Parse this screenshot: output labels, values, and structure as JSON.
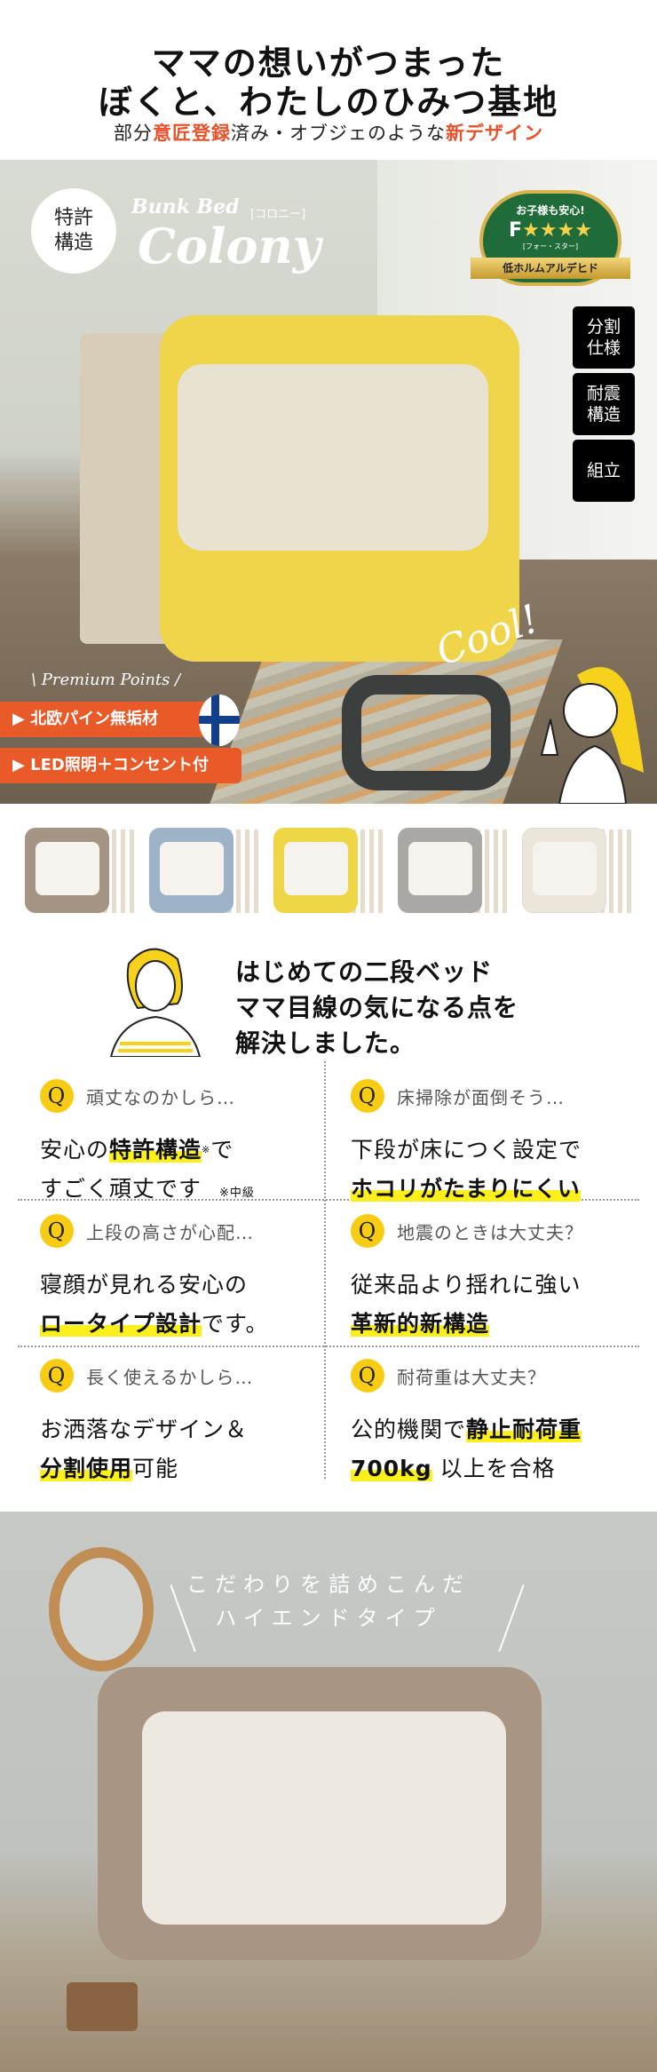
{
  "header": {
    "line1": "ママの想いがつまった",
    "line2": "ぼくと、わたしのひみつ基地",
    "sub": {
      "p1": "部分",
      "h1": "意匠登録",
      "p2": "済み・オブジェのような",
      "h2": "新デザイン"
    }
  },
  "hero": {
    "patent": {
      "l1": "特許",
      "l2": "構造"
    },
    "brand": {
      "small": "Bunk Bed",
      "kana": "[コロニー]",
      "name": "Colony"
    },
    "badge": {
      "top": "お子様も安心!",
      "grade": "F",
      "stars": "★★★★",
      "kana": "[フォー・スター]",
      "ribbon": "低ホルムアルデヒド"
    },
    "tags": [
      {
        "l1": "分割",
        "l2": "仕様"
      },
      {
        "l1": "耐震",
        "l2": "構造"
      },
      {
        "l1": "組立",
        "l2": ""
      }
    ],
    "premium": "\\ Premium Points /",
    "points": [
      "▶ 北欧パイン無垢材",
      "▶ LED照明＋コンセント付"
    ],
    "cool": "Cool!"
  },
  "variants": [
    {
      "color": "#a49584"
    },
    {
      "color": "#9fb3c8"
    },
    {
      "color": "#efd646"
    },
    {
      "color": "#aaa8a4"
    },
    {
      "color": "#ece6da"
    }
  ],
  "worry": {
    "l1": "はじめての二段ベッド",
    "l2": "ママ目線の気になる点を",
    "l3": "解決しました。"
  },
  "qa": [
    {
      "q": "頑丈なのかしら…",
      "a1": "安心の",
      "b1": "特許構造",
      "s": "※",
      "a2": "で",
      "a3": "すごく頑丈です",
      "note": "※中級"
    },
    {
      "q": "床掃除が面倒そう…",
      "a1": "下段が床につく設定で",
      "b1": "ホコリがたまりにくい"
    },
    {
      "q": "上段の高さが心配…",
      "a1": "寝顔が見れる安心の",
      "b1": "ロータイプ設計",
      "a2": "です。"
    },
    {
      "q": "地震のときは大丈夫？",
      "a1": "従来品より揺れに強い",
      "b1": "革新的新構造"
    },
    {
      "q": "長く使えるかしら…",
      "a1": "お洒落なデザイン＆",
      "b1": "分割使用",
      "a2": "可能"
    },
    {
      "q": "耐荷重は大丈夫？",
      "a1": "公的機関で",
      "b1": "静止耐荷重",
      "b2": "700kg",
      "a2": " 以上を合格"
    }
  ],
  "q_icon": "Q",
  "highend": {
    "l1": "こだわりを詰めこんだ",
    "l2": "ハイエンドタイプ"
  }
}
